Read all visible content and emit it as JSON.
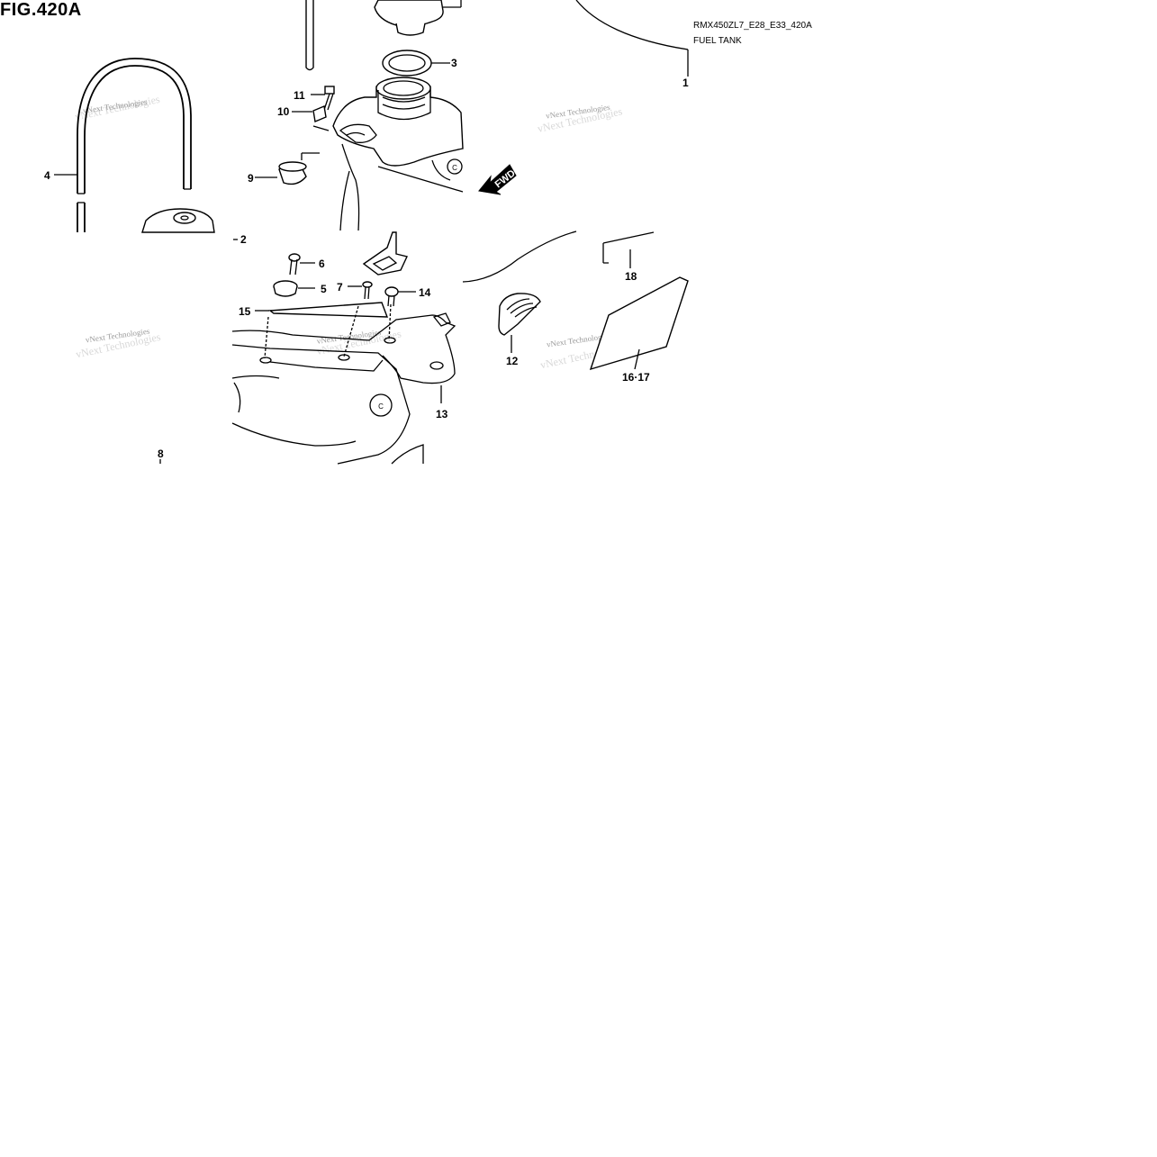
{
  "figure": {
    "title": "FIG.420A",
    "code": "RMX450ZL7_E28_E33_420A",
    "name": "FUEL TANK"
  },
  "direction_marker": "FWD",
  "watermark": "vNext Technologies",
  "callouts": {
    "c1": "1",
    "c2": "2",
    "c3": "3",
    "c4": "4",
    "c5": "5",
    "c6": "6",
    "c7": "7",
    "c8": "8",
    "c9": "9",
    "c10": "10",
    "c11": "11",
    "c12": "12",
    "c13": "13",
    "c14": "14",
    "c15": "15",
    "c16_17": "16·17",
    "c18": "18"
  }
}
